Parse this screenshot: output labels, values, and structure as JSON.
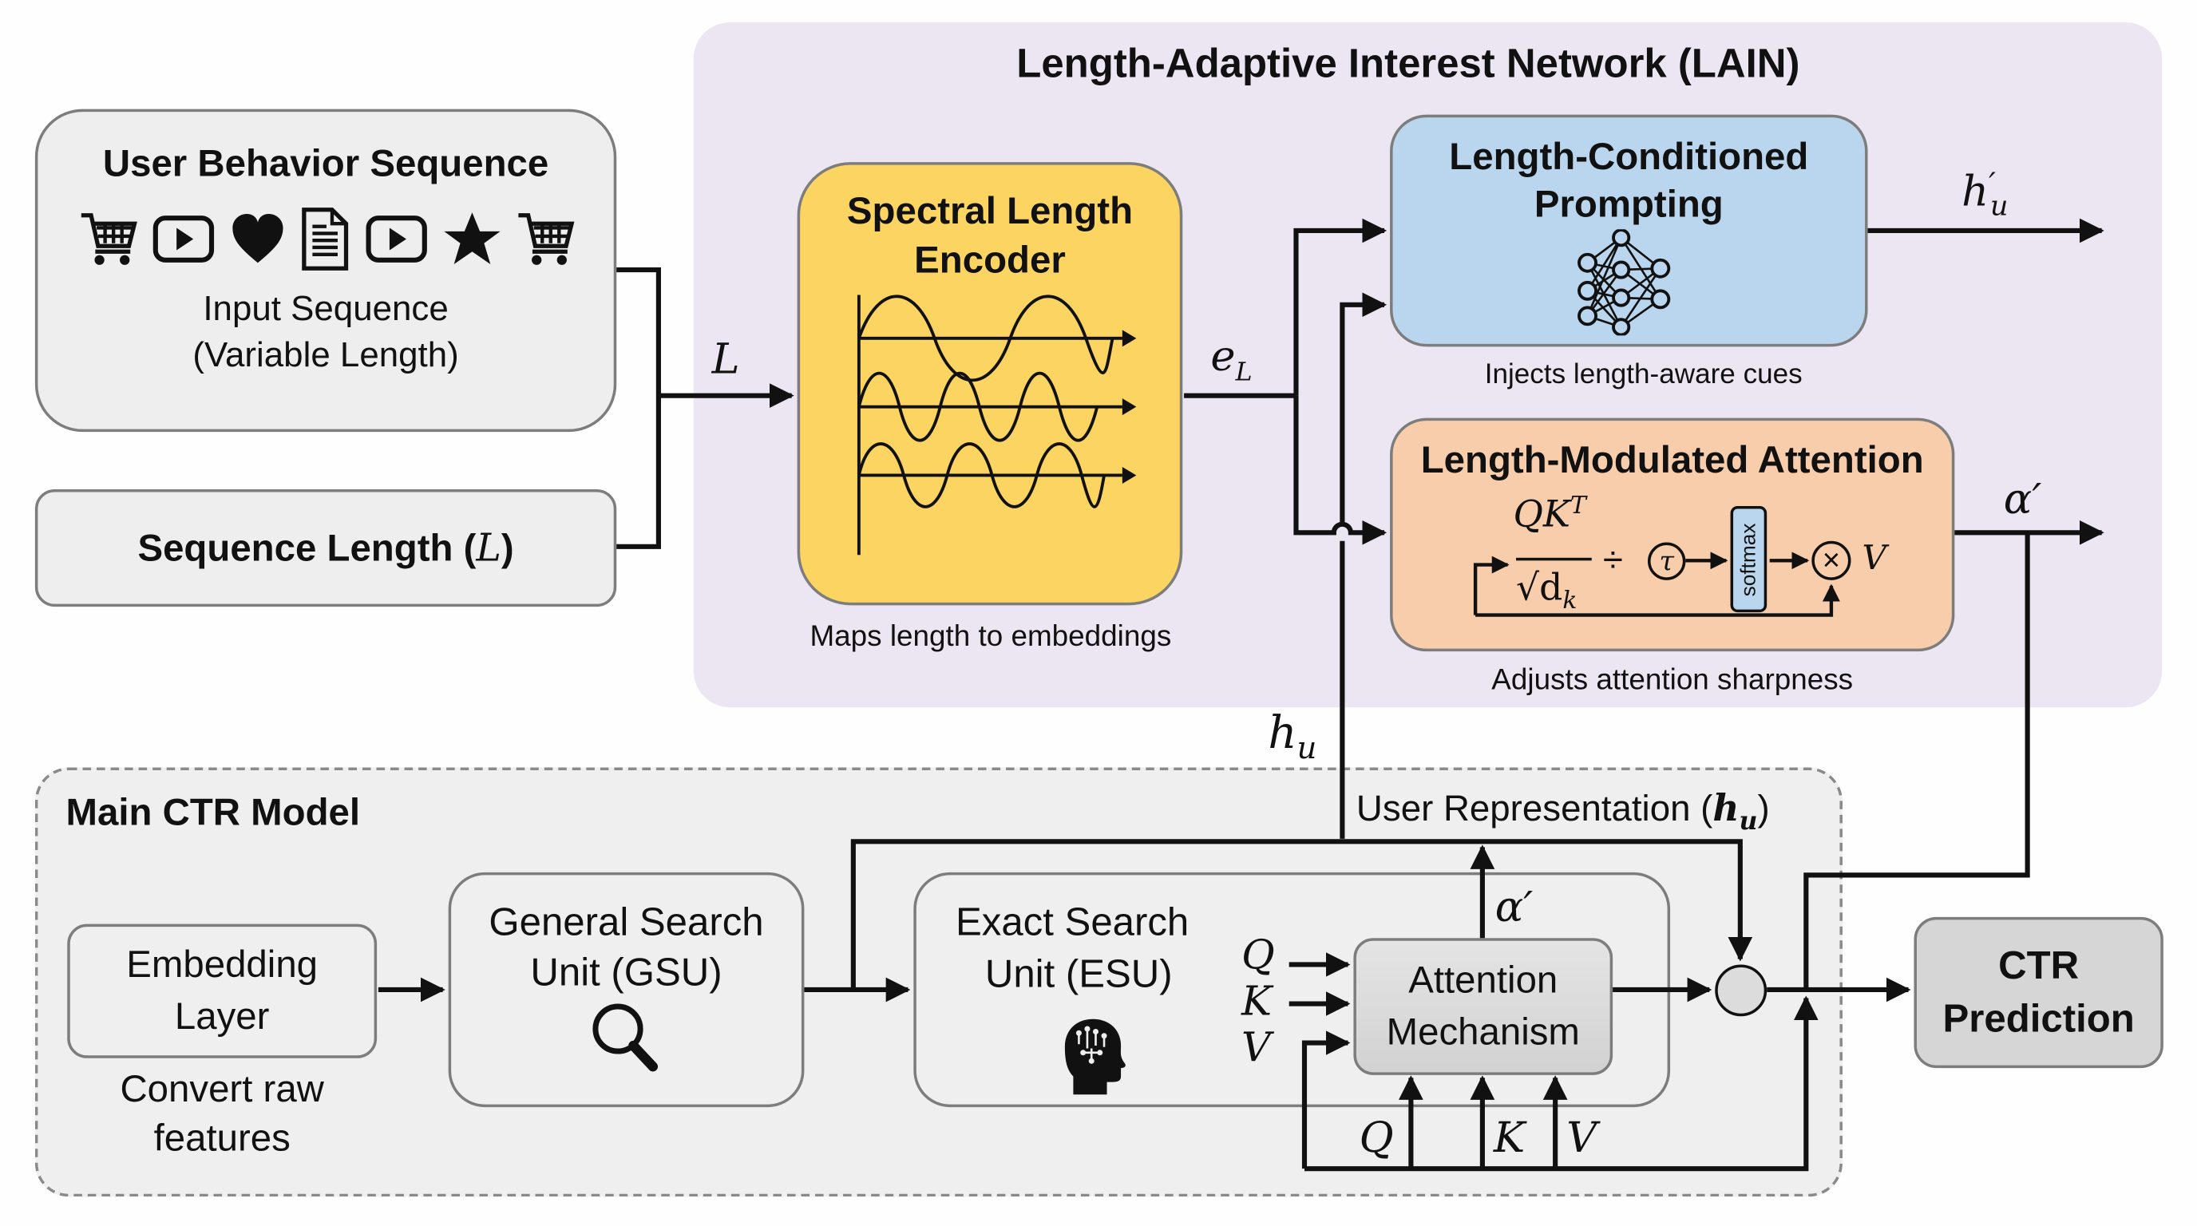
{
  "lain": {
    "title": "Length-Adaptive Interest Network (LAIN)",
    "bg_color": "#ece6f3"
  },
  "user_behavior": {
    "title": "User Behavior Sequence",
    "icons": [
      "cart-icon",
      "video-play-icon",
      "heart-icon",
      "document-icon",
      "video-play-icon",
      "star-icon",
      "cart-icon"
    ],
    "subtitle_line1": "Input Sequence",
    "subtitle_line2": "(Variable Length)"
  },
  "sequence_length": {
    "label": "Sequence Length (",
    "symbol": "L",
    "close": ")"
  },
  "edges": {
    "L": "L",
    "e_L": "e",
    "e_L_sub": "L",
    "h_u_prime": "h",
    "h_u_prime_sub": "u",
    "h_u_prime_mark": "′",
    "alpha_prime_top": "α′",
    "h_u": "h",
    "h_u_sub": "u",
    "alpha_prime_inner": "α′",
    "Q_side": "Q",
    "K_side": "K",
    "V_side": "V",
    "Q_bottom": "Q",
    "K_bottom": "K",
    "V_bottom": "V"
  },
  "spectral_encoder": {
    "title_line1": "Spectral Length",
    "title_line2": "Encoder",
    "caption": "Maps length to embeddings",
    "color": "#fbd462"
  },
  "prompting": {
    "title_line1": "Length-Conditioned",
    "title_line2": "Prompting",
    "caption": "Injects length-aware cues",
    "color": "#bad6ee"
  },
  "modulated_attention": {
    "title": "Length-Modulated Attention",
    "numerator": "QK",
    "numerator_sup": "T",
    "denominator": "√d",
    "denominator_sub": "k",
    "divide": "÷",
    "tau": "τ",
    "softmax": "softmax",
    "multiply": "×",
    "V": "V",
    "caption": "Adjusts attention sharpness",
    "color": "#f7cdab"
  },
  "main_ctr": {
    "title": "Main CTR Model",
    "user_rep_label": "User Representation (",
    "user_rep_symbol": "h",
    "user_rep_sub": "u",
    "user_rep_close": ")",
    "embedding_line1": "Embedding",
    "embedding_line2": "Layer",
    "embedding_caption_line1": "Convert raw",
    "embedding_caption_line2": "features",
    "gsu_line1": "General Search",
    "gsu_line2": "Unit (GSU)",
    "esu_line1": "Exact Search",
    "esu_line2": "Unit (ESU)",
    "attention_line1": "Attention",
    "attention_line2": "Mechanism"
  },
  "ctr_prediction": {
    "line1": "CTR",
    "line2": "Prediction"
  }
}
